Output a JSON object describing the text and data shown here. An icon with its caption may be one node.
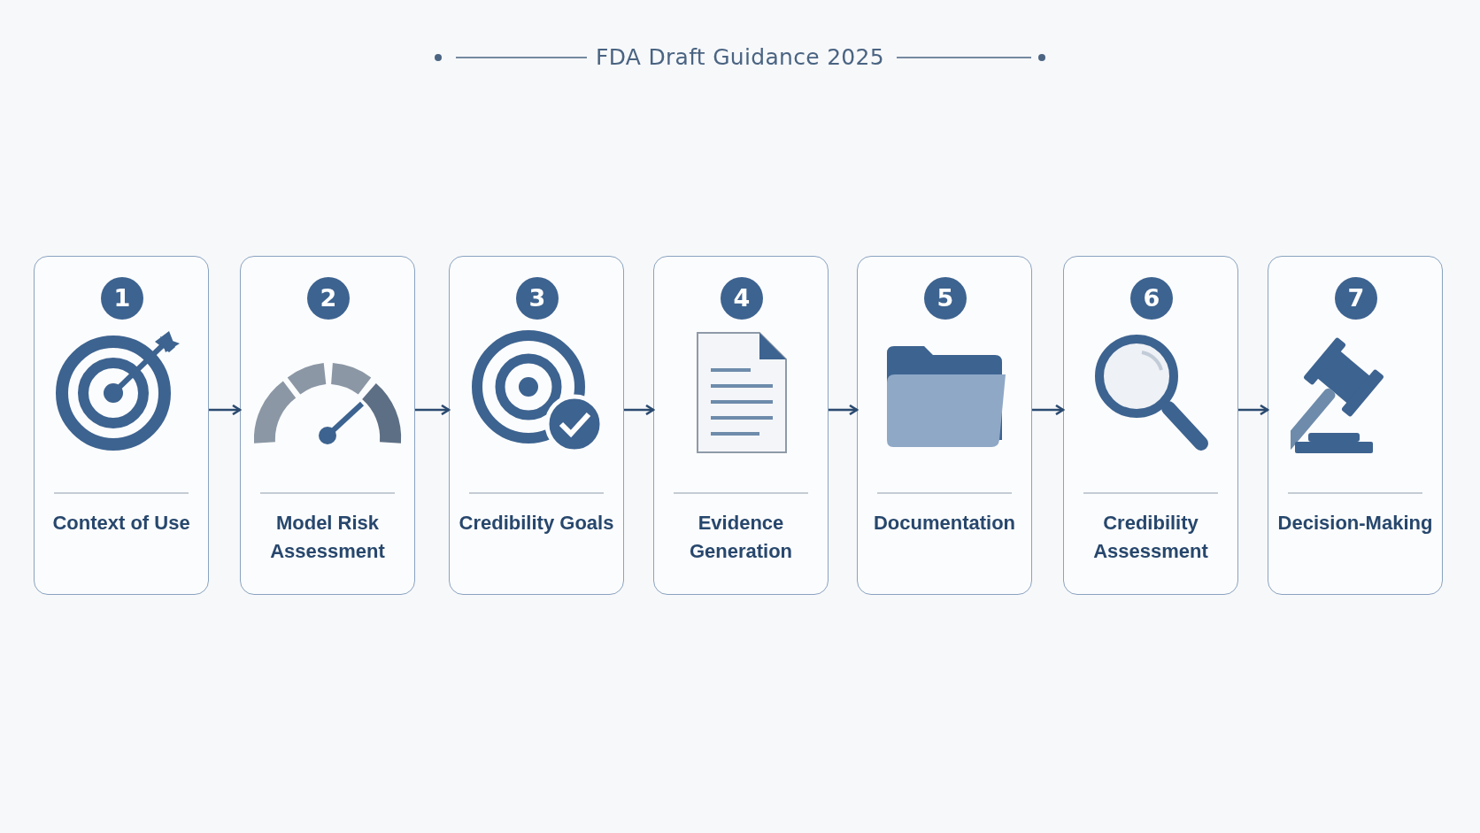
{
  "diagram": {
    "title": "FDA Draft Guidance 2025",
    "nodes": [
      {
        "text": [
          "1",
          "Context of Use"
        ]
      },
      {
        "text": [
          "2",
          "Model Risk Assessment"
        ]
      },
      {
        "text": [
          "3",
          "Credibility Goals"
        ]
      },
      {
        "text": [
          "4",
          "Evidence Generation"
        ]
      },
      {
        "text": [
          "5",
          "Documentation"
        ]
      },
      {
        "text": [
          "6",
          "Credibility Assessment"
        ]
      },
      {
        "text": [
          "7",
          "Decision-Making"
        ]
      }
    ],
    "edges": [
      {
        "from": 0,
        "to": 1,
        "arrow": "to"
      },
      {
        "from": 1,
        "to": 2,
        "arrow": "to"
      },
      {
        "from": 2,
        "to": 3,
        "arrow": "to"
      },
      {
        "from": 3,
        "to": 4,
        "arrow": "to"
      },
      {
        "from": 4,
        "to": 5,
        "arrow": "to"
      },
      {
        "from": 5,
        "to": 6,
        "arrow": "to"
      }
    ]
  }
}
